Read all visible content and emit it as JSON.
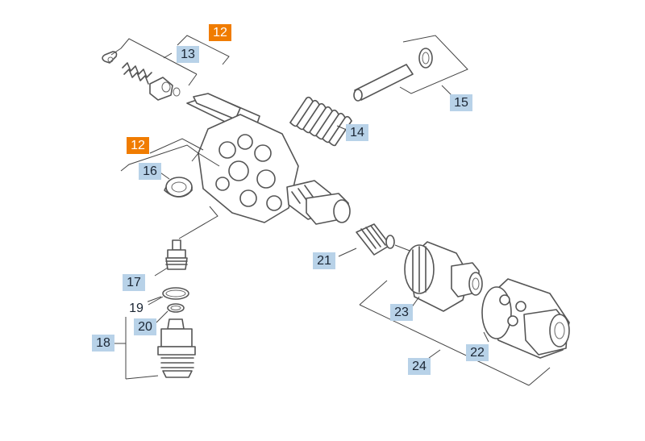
{
  "callouts": [
    {
      "id": "c12a",
      "text": "12",
      "style": "orange"
    },
    {
      "id": "c13",
      "text": "13",
      "style": "blue"
    },
    {
      "id": "c15",
      "text": "15",
      "style": "blue"
    },
    {
      "id": "c14",
      "text": "14",
      "style": "blue"
    },
    {
      "id": "c12b",
      "text": "12",
      "style": "orange"
    },
    {
      "id": "c16",
      "text": "16",
      "style": "blue"
    },
    {
      "id": "c21",
      "text": "21",
      "style": "blue"
    },
    {
      "id": "c17",
      "text": "17",
      "style": "blue"
    },
    {
      "id": "c19",
      "text": "19",
      "style": "plain"
    },
    {
      "id": "c20",
      "text": "20",
      "style": "blue"
    },
    {
      "id": "c18",
      "text": "18",
      "style": "blue"
    },
    {
      "id": "c23",
      "text": "23",
      "style": "blue"
    },
    {
      "id": "c22",
      "text": "22",
      "style": "blue"
    },
    {
      "id": "c24",
      "text": "24",
      "style": "blue"
    }
  ],
  "colors": {
    "highlight": "#f07c00",
    "label": "#b8d2e8",
    "line": "#555555"
  }
}
